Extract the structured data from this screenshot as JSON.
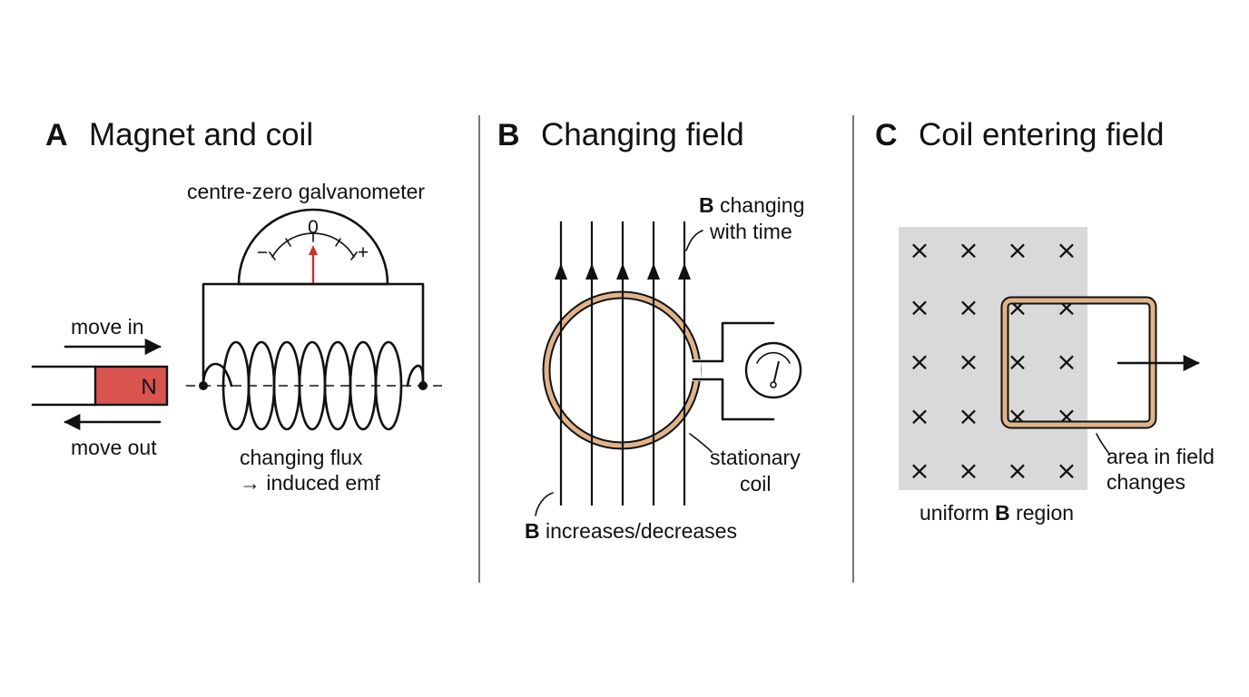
{
  "panels": [
    {
      "letter": "A",
      "title": "Magnet and coil"
    },
    {
      "letter": "B",
      "title": "Changing field"
    },
    {
      "letter": "C",
      "title": "Coil entering field"
    }
  ],
  "panel_a": {
    "meter_label": "centre-zero galvanometer",
    "zero_mark": "0",
    "minus_mark": "−",
    "plus_mark": "+",
    "magnet_pole": "N",
    "move_in": "move in",
    "move_out": "move out",
    "flux_line1": "changing flux",
    "flux_line2": "→ induced emf",
    "colors": {
      "magnet": "#d9534f",
      "needle": "#c9302c"
    }
  },
  "panel_b": {
    "field_label_bold": "B",
    "field_label_rest": " changing",
    "field_label_line2": "with time",
    "coil_line1": "stationary",
    "coil_line2": "coil",
    "bottom_bold": "B",
    "bottom_rest": " increases/decreases",
    "colors": {
      "coil": "#e0b48a"
    }
  },
  "panel_c": {
    "field_symbol": "×",
    "region_label_pre": "uniform ",
    "region_label_bold": "B",
    "region_label_post": " region",
    "area_line1": "area in field",
    "area_line2": "changes",
    "colors": {
      "region": "#d9d9d9",
      "coil": "#e0b48a"
    }
  }
}
